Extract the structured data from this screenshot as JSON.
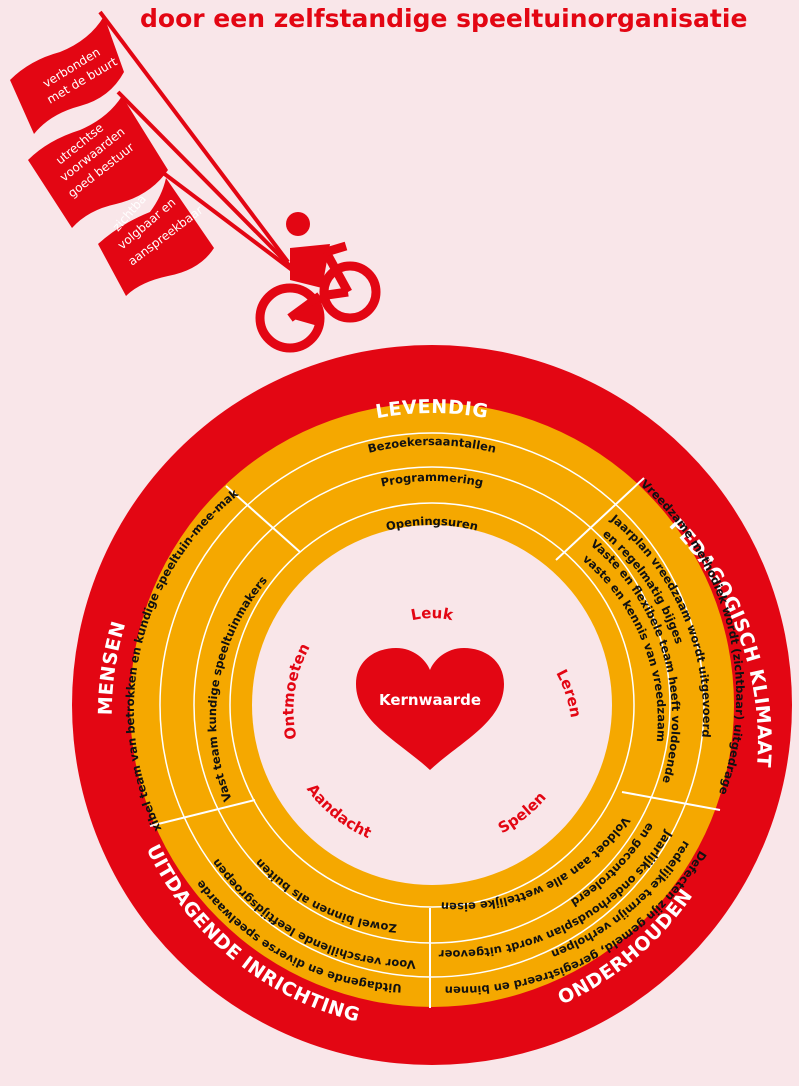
{
  "title": "door een zelfstandige speeltuinorganisatie",
  "flags": [
    {
      "lines": [
        "verbonden",
        "met de buurt"
      ]
    },
    {
      "lines": [
        "utrechtse",
        "voorwaarden",
        "goed bestuur"
      ]
    },
    {
      "lines": [
        "zichtbaar,",
        "volgbaar en",
        "aanspreekbaar"
      ]
    }
  ],
  "outer_ring": {
    "top": "LEVENDIG",
    "right": "PEDAGOGISCH KLIMAAT",
    "bottom_right": "ONDERHOUDEN",
    "bottom_left": "UITDAGENDE INRICHTING",
    "left": "MENSEN"
  },
  "levendig": [
    "Bezoekersaantallen",
    "Programmering",
    "Openingsuren"
  ],
  "pedagogisch": [
    "Vreedzame methodiek wordt (zichtbaar) uitgedragen",
    "Jaarplan vreedzaam wordt uitgevoerd",
    "en regelmatig bijges",
    "Vaste en flexibele team heeft voldoende",
    "vaste en kennis van vreedzaam"
  ],
  "onderhouden": [
    "Defecten zijn gemeld, geregistreerd en binnen",
    "redelijke termijn verholpen",
    "Jaarlijks onderhoudsplan wordt uitgevoerd",
    "en gecontroleerd",
    "Voldoet aan alle wettelijke eisen"
  ],
  "inrichting": [
    "Uitdagende en diverse speelwaarde",
    "Voor verschillende leeftijdsgroepen",
    "Zowel binnen als buiten"
  ],
  "mensen": [
    "Flexibel team van betrokken en kundige speeltuin-mee-makers",
    "Vast team kundige speeltuinmakers"
  ],
  "inner": {
    "top": "Leuk",
    "right": "Leren",
    "bottom_right": "Spelen",
    "bottom_left": "Aandacht",
    "left": "Ontmoeten"
  },
  "center": "Kernwaarde",
  "colors": {
    "red": "#e30613",
    "orange": "#f5a800",
    "bg": "#f9e6e9"
  }
}
